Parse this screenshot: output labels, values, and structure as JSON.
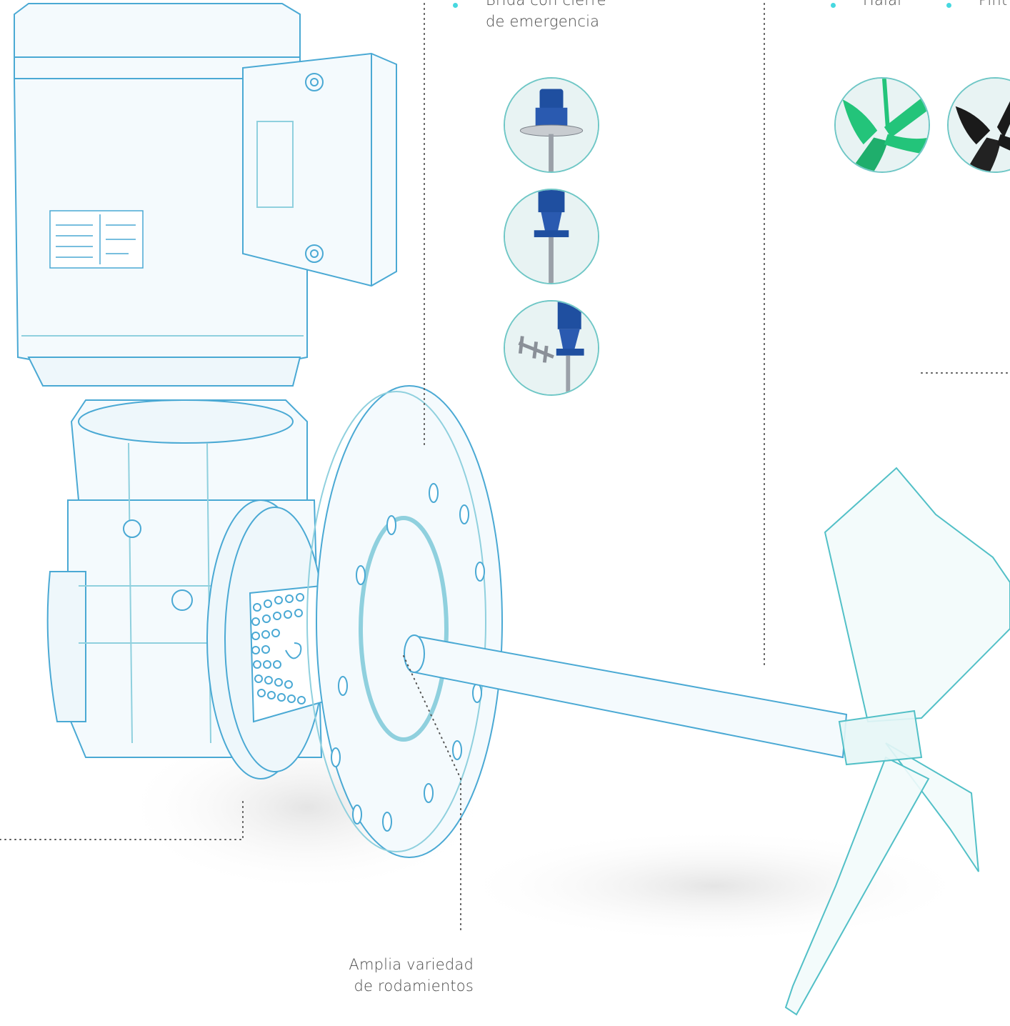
{
  "callouts": {
    "flange_line1": "Brida con cierre",
    "flange_line2": "de emergencia",
    "option_a": "Halar",
    "option_b": "Pint",
    "bearings_line1": "Amplia variedad",
    "bearings_line2": "de rodamientos"
  },
  "colors": {
    "line": "#4aa9d4",
    "line_light": "#8fd0de",
    "accent": "#47d8e0",
    "thumb_border": "#6fc7c6",
    "thumb_bg": "#e8f3f3",
    "blue_part": "#1f4fa0",
    "green_impeller": "#23c47a",
    "black_impeller": "#1a1a1a",
    "dotted": "#555555"
  },
  "icons": [
    "flange-thumbnail-1",
    "flange-thumbnail-2",
    "flange-thumbnail-3",
    "green-impeller-thumbnail",
    "black-impeller-thumbnail"
  ]
}
